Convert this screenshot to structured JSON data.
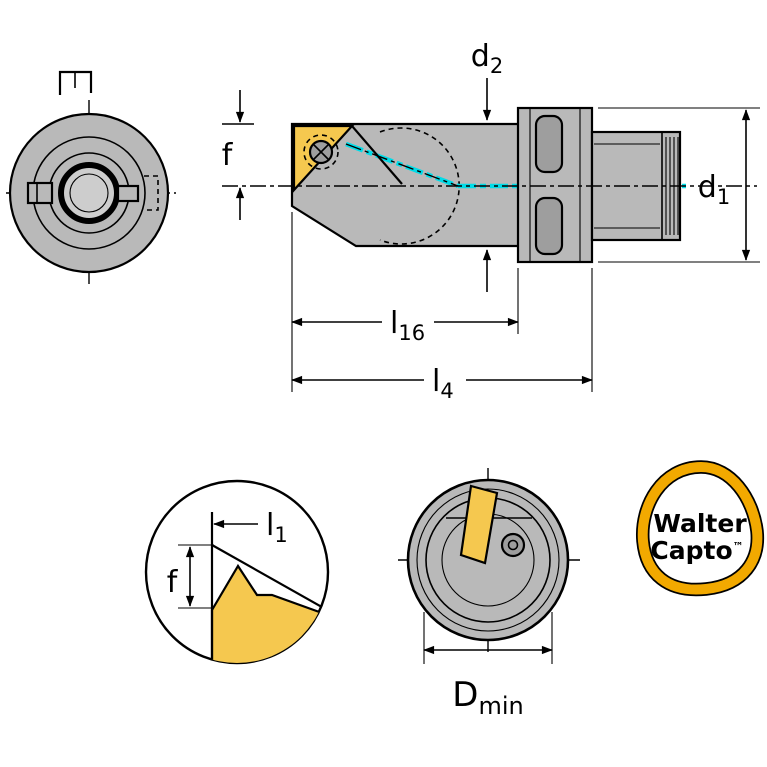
{
  "colors": {
    "body": "#b9b9b9",
    "body2": "#9e9e9e",
    "bore": "#cdcdcd",
    "insert": "#f5c84f",
    "coolant": "#00dce8",
    "gold": "#f2a900",
    "line": "#000000"
  },
  "dims": {
    "d2": {
      "base": "d",
      "sub": "2"
    },
    "d1": {
      "base": "d",
      "sub": "1"
    },
    "f_side": {
      "base": "f"
    },
    "l16": {
      "base": "l",
      "sub": "16"
    },
    "l4": {
      "base": "l",
      "sub": "4"
    },
    "l1": {
      "base": "l",
      "sub": "1"
    },
    "f_detail": {
      "base": "f"
    },
    "dmin": {
      "base": "D",
      "sub": "min"
    }
  },
  "logo": {
    "line1": "Walter",
    "line2": "Capto",
    "tm": "™"
  }
}
